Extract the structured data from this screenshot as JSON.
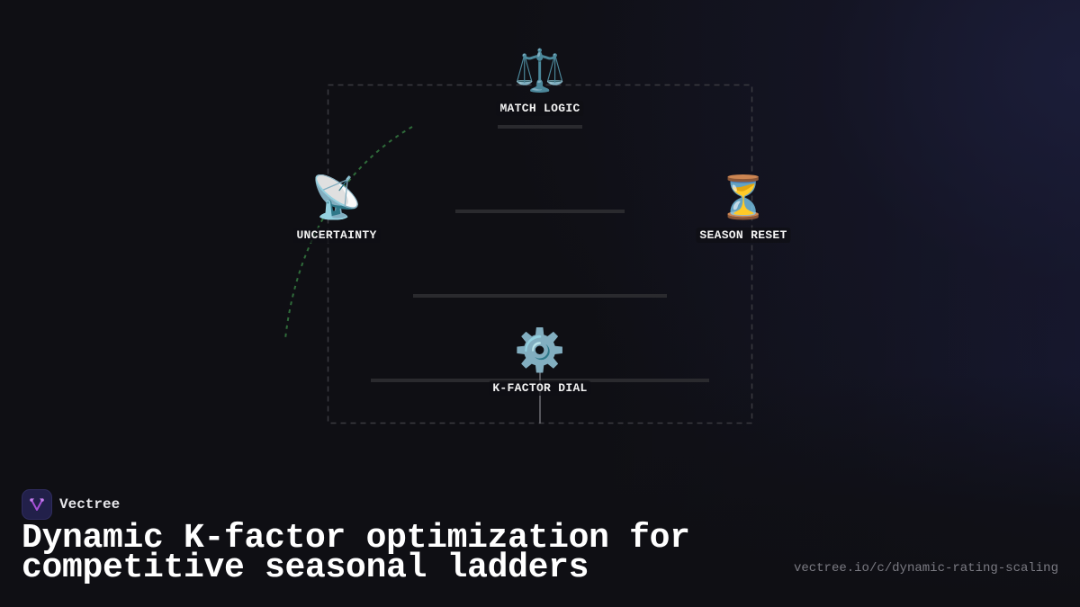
{
  "diagram": {
    "nodes": [
      {
        "id": "match-logic",
        "label": "MATCH LOGIC",
        "icon": "balance-scale-icon",
        "glyph": "⚖️"
      },
      {
        "id": "uncertainty",
        "label": "UNCERTAINTY",
        "icon": "satellite-dish-icon",
        "glyph": "📡"
      },
      {
        "id": "season-reset",
        "label": "SEASON RESET",
        "icon": "hourglass-icon",
        "glyph": "⏳"
      },
      {
        "id": "k-factor-dial",
        "label": "K-FACTOR DIAL",
        "icon": "gear-icon",
        "glyph": "⚙️"
      }
    ],
    "colors": {
      "background": "#0f0f14",
      "box_border": "#3a3a40",
      "bars": "#2a2a2e",
      "connector": "#6e6e74",
      "arc": "#2f6b3a",
      "logo_bg": "#22204a",
      "logo_mark": "#a64fd6"
    }
  },
  "footer": {
    "brand_name": "Vectree",
    "title": "Dynamic K-factor optimization for competitive seasonal ladders",
    "url": "vectree.io/c/dynamic-rating-scaling"
  }
}
